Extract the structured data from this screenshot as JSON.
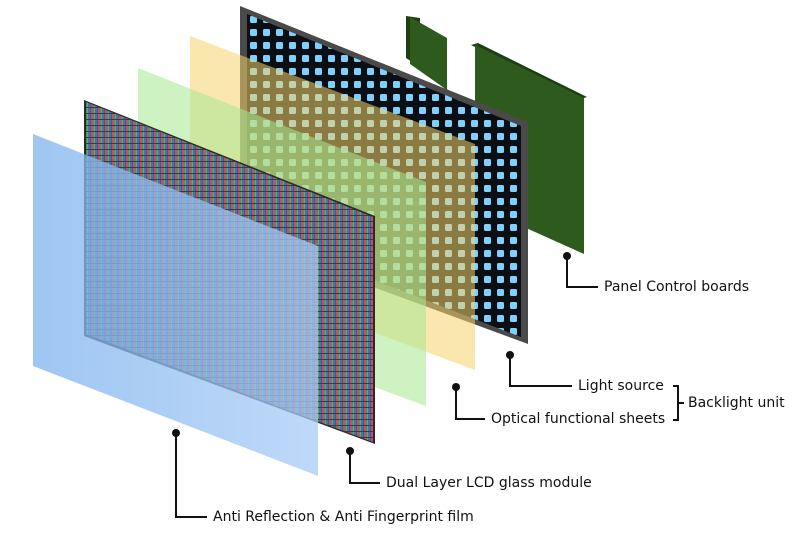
{
  "colors": {
    "board": "#2f5a1e",
    "board_dark": "#1f3f12",
    "led_frame": "#4a4a4a",
    "led_screen": "#0b0e12",
    "led_dot": "#7fd0ff",
    "optical_sheet": "#f5d46a",
    "green_sheet": "#a8e892",
    "lcd_edge": "#2b2b2b",
    "anti_reflection_film": "#7fb3ee",
    "leader_line": "#111111"
  },
  "icons": [
    "leader-dot-icon",
    "bracket-icon"
  ],
  "labels": {
    "panel_control_boards": "Panel Control boards",
    "light_source": "Light source",
    "optical_functional_sheets": "Optical functional sheets",
    "backlight_unit": "Backlight unit",
    "dual_layer_lcd": "Dual Layer LCD glass module",
    "anti_reflection_film": "Anti Reflection & Anti Fingerprint film"
  }
}
